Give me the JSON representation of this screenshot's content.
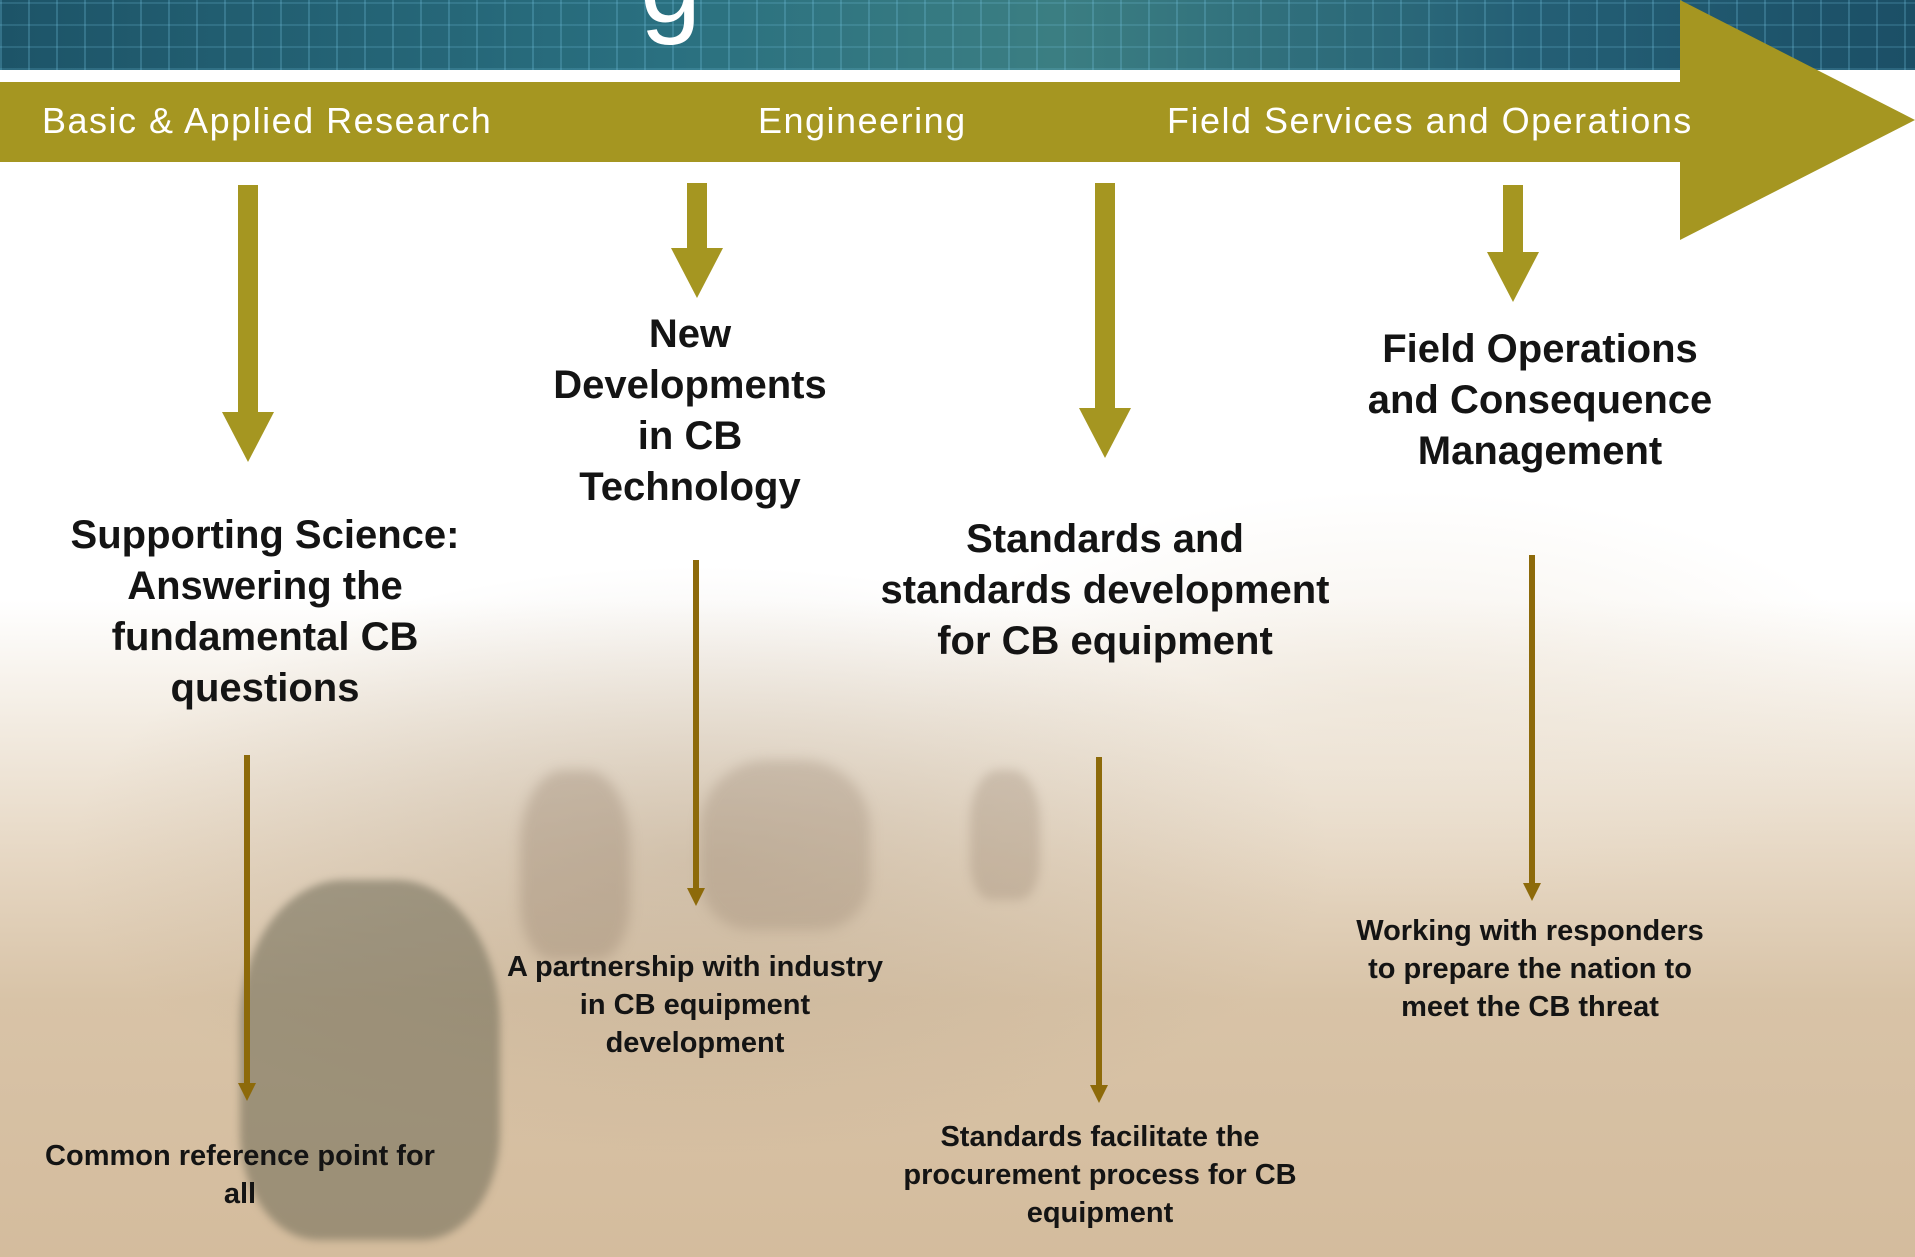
{
  "header": {
    "title_fragment": "g"
  },
  "timeline": {
    "phases": [
      "Basic & Applied Research",
      "Engineering",
      "Field Services and Operations"
    ]
  },
  "columns": [
    {
      "heading": "Supporting Science: Answering the fundamental CB questions",
      "note": "Common reference point for all"
    },
    {
      "heading": "New Developments in CB Technology",
      "note": "A partnership with industry in CB equipment development"
    },
    {
      "heading": "Standards and standards development for CB equipment",
      "note": "Standards facilitate the procurement process for CB equipment"
    },
    {
      "heading": "Field Operations and Consequence Management",
      "note": "Working with responders to prepare the nation to meet the CB threat"
    }
  ],
  "colors": {
    "band": "#a59621",
    "thin_arrow": "#8d6a0a",
    "text": "#141414",
    "phase_text": "#ffffff"
  }
}
